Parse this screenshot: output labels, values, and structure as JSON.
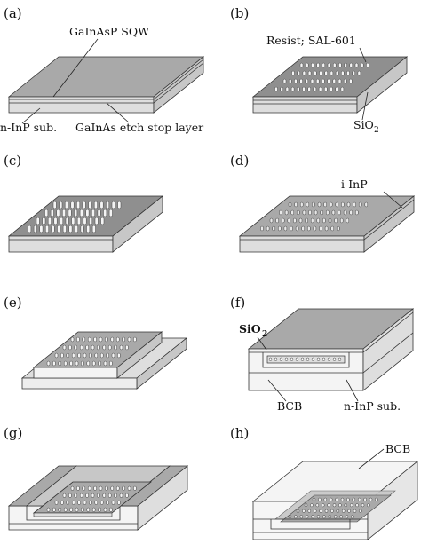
{
  "panels": [
    {
      "id": "a",
      "label": "(a)",
      "annotations": [
        "GaInAsP SQW",
        "n-InP sub.",
        "GaInAs etch stop layer"
      ]
    },
    {
      "id": "b",
      "label": "(b)",
      "annotations": [
        "Resist; SAL-601",
        "SiO",
        "2"
      ]
    },
    {
      "id": "c",
      "label": "(c)",
      "annotations": []
    },
    {
      "id": "d",
      "label": "(d)",
      "annotations": [
        "i-InP"
      ]
    },
    {
      "id": "e",
      "label": "(e)",
      "annotations": []
    },
    {
      "id": "f",
      "label": "(f)",
      "annotations": [
        "SiO",
        "2",
        "BCB",
        "n-InP sub."
      ]
    },
    {
      "id": "g",
      "label": "(g)",
      "annotations": []
    },
    {
      "id": "h",
      "label": "(h)",
      "annotations": [
        "BCB"
      ]
    }
  ],
  "colors": {
    "top": "#a9a9a9",
    "front": "#dedede",
    "side": "#c7c7c7",
    "light": "#f4f4f4",
    "resist": "#8f8f8f",
    "slot": "#ffffff",
    "line": "#333333"
  }
}
